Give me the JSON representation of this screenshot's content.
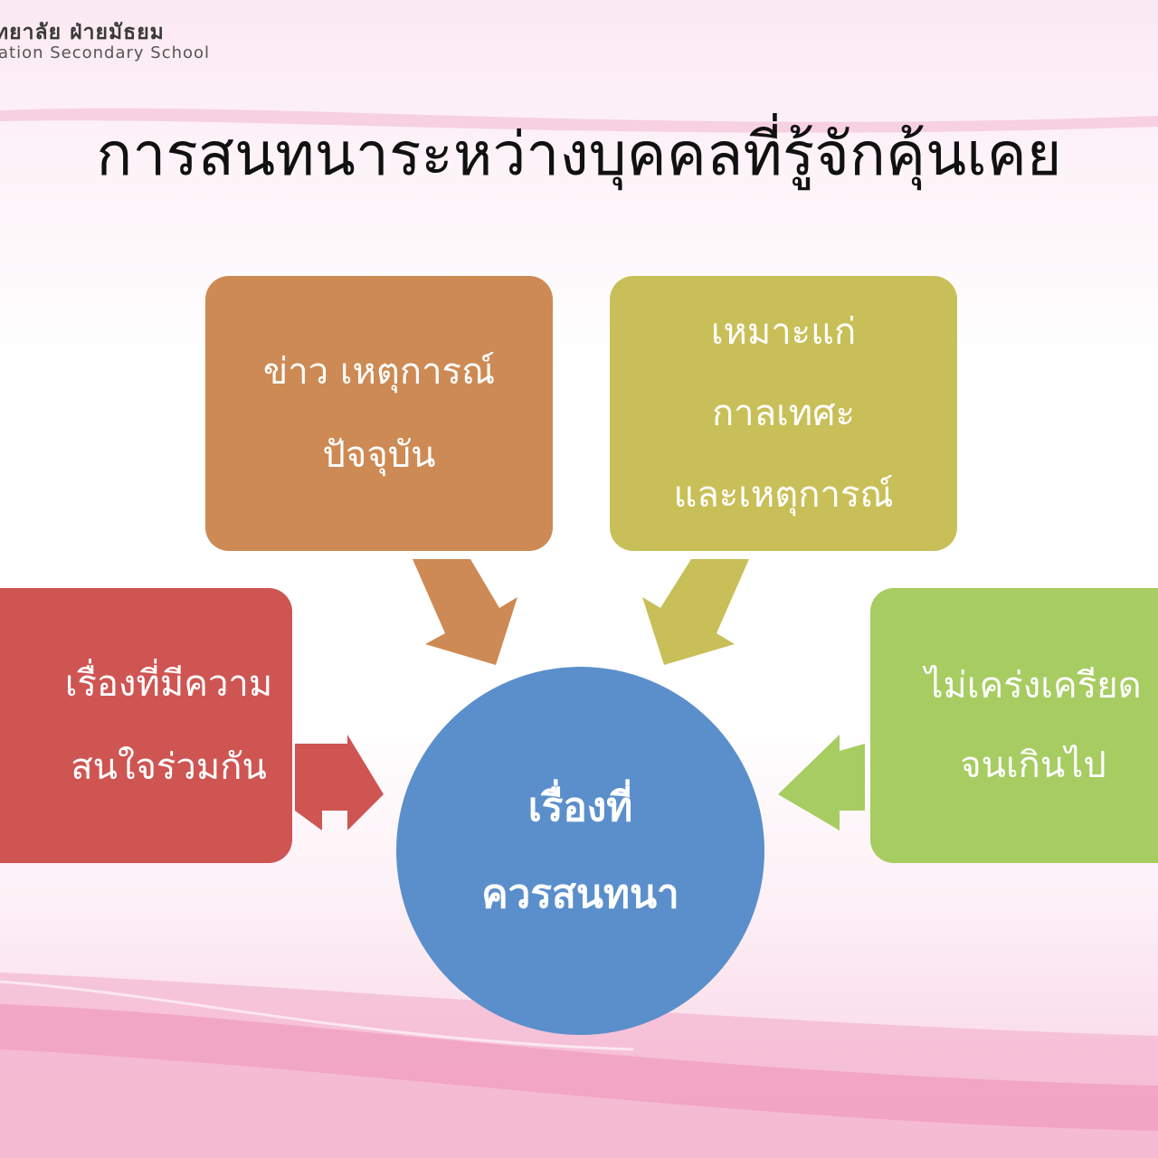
{
  "logo": {
    "line1": "ทยาลัย ฝ่ายมัธยม",
    "line2": "ation Secondary School"
  },
  "title": "การสนทนาระหว่างบุคคลที่รู้จักคุ้นเคย",
  "center": {
    "label": "เรื่องที่\nควรสนทนา",
    "color": "#5b8fcb"
  },
  "topics": [
    {
      "label": "ข่าว เหตุการณ์\nปัจจุบัน",
      "color": "#cd8a54"
    },
    {
      "label": "เหมาะแก่\nกาลเทศะ\nและเหตุการณ์",
      "color": "#c9bf58"
    },
    {
      "label": "เรื่องที่มีความ\nสนใจร่วมกัน",
      "color": "#ce5552"
    },
    {
      "label": "ไม่เคร่งเครียด\nจนเกินไป",
      "color": "#a7cc62"
    }
  ]
}
